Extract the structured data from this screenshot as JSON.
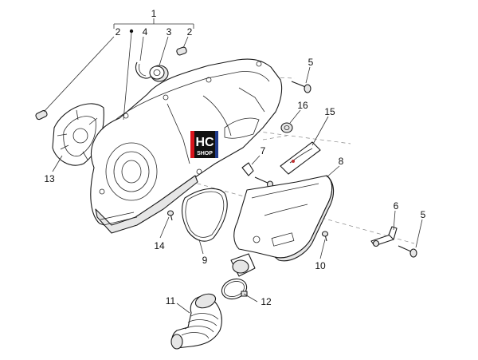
{
  "callouts": {
    "c1": "1",
    "c2a": "2",
    "c2b": "2",
    "c3": "3",
    "c4": "4",
    "c5a": "5",
    "c5b": "5",
    "c6": "6",
    "c7": "7",
    "c8": "8",
    "c9": "9",
    "c10": "10",
    "c11": "11",
    "c12": "12",
    "c13": "13",
    "c14": "14",
    "c15": "15",
    "c16": "16"
  },
  "logo": {
    "line1": "HC",
    "line2": "SHOP",
    "colors": {
      "red": "#d8141c",
      "blue": "#1f3a8a",
      "black": "#111111"
    }
  },
  "colors": {
    "line": "#1a1a1a",
    "shade": "#e6e6e6",
    "dash": "#888888"
  }
}
